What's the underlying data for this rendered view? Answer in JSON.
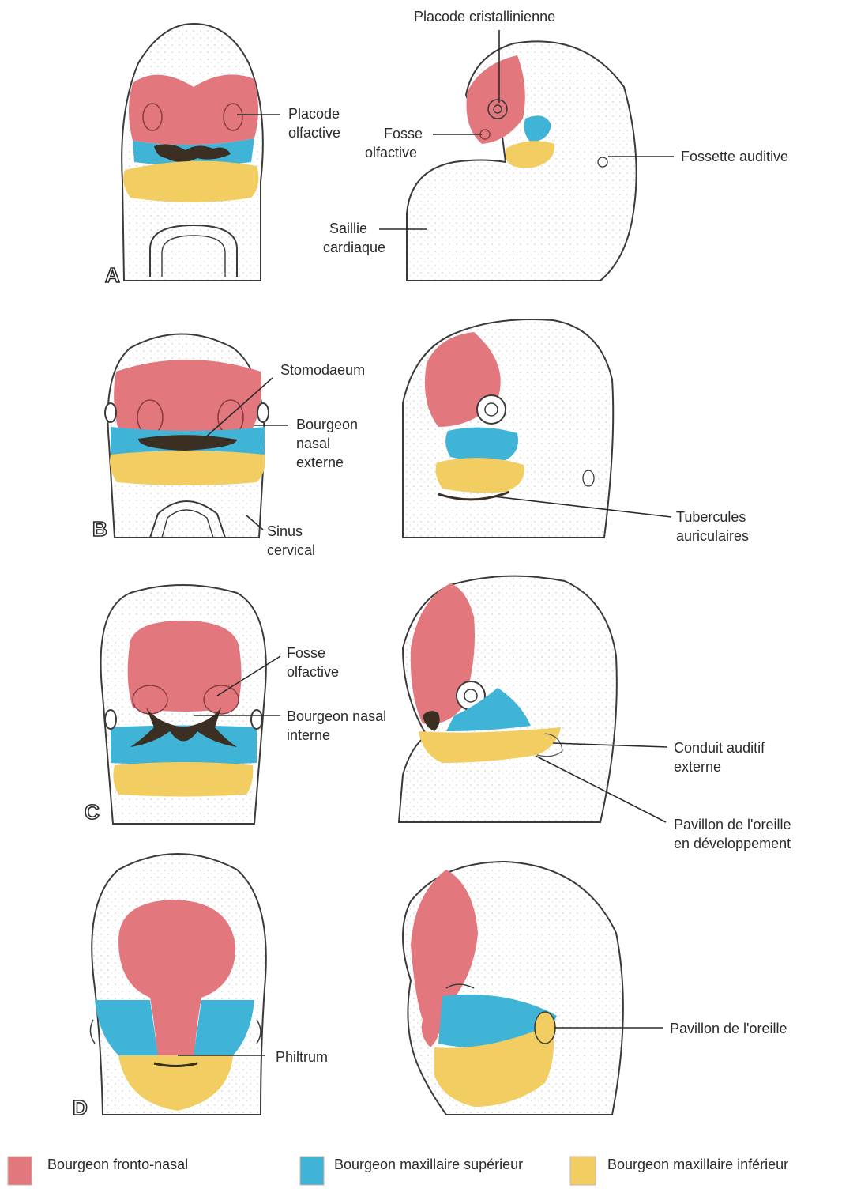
{
  "colors": {
    "fronto_nasal": "#e2787e",
    "maxillaire_superieur": "#3fb4d6",
    "maxillaire_inferieur": "#f1cd62",
    "dark": "#3b2e22"
  },
  "panels": {
    "A": {
      "letter": "A",
      "labels": {
        "placode_olfactive": [
          "Placode",
          "olfactive"
        ],
        "placode_cristallinienne": "Placode cristallinienne",
        "fosse_olfactive": [
          "Fosse",
          "olfactive"
        ],
        "fossette_auditive": "Fossette auditive",
        "saillie_cardiaque": [
          "Saillie",
          "cardiaque"
        ]
      }
    },
    "B": {
      "letter": "B",
      "labels": {
        "stomodaeum": "Stomodaeum",
        "bourgeon_nasal_externe": [
          "Bourgeon",
          "nasal",
          "externe"
        ],
        "sinus_cervical": [
          "Sinus",
          "cervical"
        ],
        "tubercules_auriculaires": [
          "Tubercules",
          "auriculaires"
        ]
      }
    },
    "C": {
      "letter": "C",
      "labels": {
        "fosse_olfactive": [
          "Fosse",
          "olfactive"
        ],
        "bourgeon_nasal_interne": [
          "Bourgeon nasal",
          "interne"
        ],
        "conduit_auditif_externe": [
          "Conduit auditif",
          "externe"
        ],
        "pavillon_developpement": [
          "Pavillon de l'oreille",
          "en développement"
        ]
      }
    },
    "D": {
      "letter": "D",
      "labels": {
        "philtrum": "Philtrum",
        "pavillon_oreille": "Pavillon de l'oreille"
      }
    }
  },
  "legend": [
    {
      "label": "Bourgeon fronto-nasal",
      "color": "#e2787e"
    },
    {
      "label": "Bourgeon maxillaire supérieur",
      "color": "#3fb4d6"
    },
    {
      "label": "Bourgeon maxillaire inférieur",
      "color": "#f1cd62"
    }
  ]
}
